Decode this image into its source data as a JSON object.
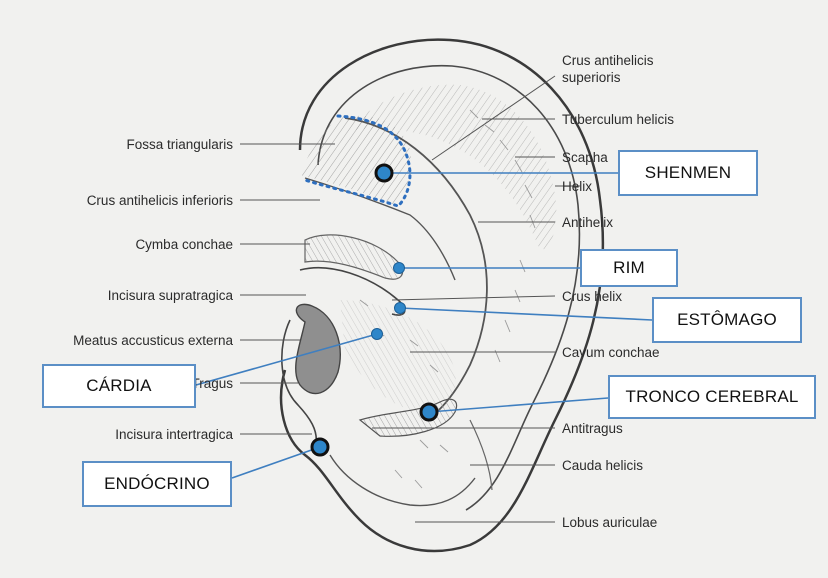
{
  "anatomy_labels_left": [
    "Fossa triangularis",
    "Crus antihelicis inferioris",
    "Cymba conchae",
    "Incisura supratragica",
    "Meatus accusticus externa",
    "Tragus",
    "Incisura intertragica"
  ],
  "anatomy_labels_right": [
    "Crus antihelicis superioris",
    "Tuberculum helicis",
    "Scapha",
    "Helix",
    "Antihelix",
    "Crus helix",
    "Cavum conchae",
    "Antitragus",
    "Cauda helicis",
    "Lobus auriculae"
  ],
  "points": {
    "shenmen": "SHENMEN",
    "rim": "RIM",
    "estomago": "ESTÔMAGO",
    "cardia": "CÁRDIA",
    "tronco": "TRONCO CEREBRAL",
    "endocrino": "ENDÓCRINO"
  },
  "colors": {
    "box_border": "#5b8fc6",
    "point_fill": "#2e86c9",
    "leader_line": "#3f7fc0"
  }
}
